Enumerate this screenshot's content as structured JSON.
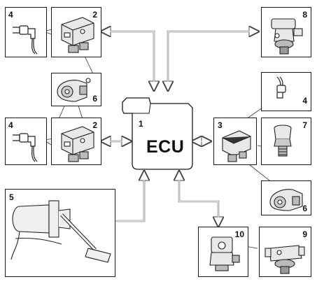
{
  "ecu": {
    "number": "1",
    "label": "ECU"
  },
  "components": [
    {
      "id": "sensor-top-left",
      "number": "4",
      "icon": "sensor-plug-icon"
    },
    {
      "id": "valve-top",
      "number": "2",
      "icon": "modulator-valve-icon"
    },
    {
      "id": "valve-top-right",
      "number": "8",
      "icon": "relay-valve-icon"
    },
    {
      "id": "brake-unit-left",
      "number": "6",
      "icon": "brake-chamber-icon"
    },
    {
      "id": "sensor-right",
      "number": "4",
      "icon": "sensor-plug-icon"
    },
    {
      "id": "sensor-mid-left",
      "number": "4",
      "icon": "sensor-plug-icon"
    },
    {
      "id": "valve-mid-left",
      "number": "2",
      "icon": "modulator-valve-icon"
    },
    {
      "id": "valve-mid-right",
      "number": "3",
      "icon": "modulator-valve-icon"
    },
    {
      "id": "pressure-sensor",
      "number": "7",
      "icon": "pressure-sensor-icon"
    },
    {
      "id": "brake-unit-right",
      "number": "6",
      "icon": "brake-chamber-icon"
    },
    {
      "id": "brake-pedal",
      "number": "5",
      "icon": "brake-pedal-icon"
    },
    {
      "id": "solenoid-valve",
      "number": "10",
      "icon": "solenoid-valve-icon"
    },
    {
      "id": "relay-valve-bottom",
      "number": "9",
      "icon": "relay-valve-icon"
    }
  ],
  "colors": {
    "line": "#1a1a1a",
    "arrow_fill": "#ffffff",
    "arrow_stroke": "#555555"
  }
}
